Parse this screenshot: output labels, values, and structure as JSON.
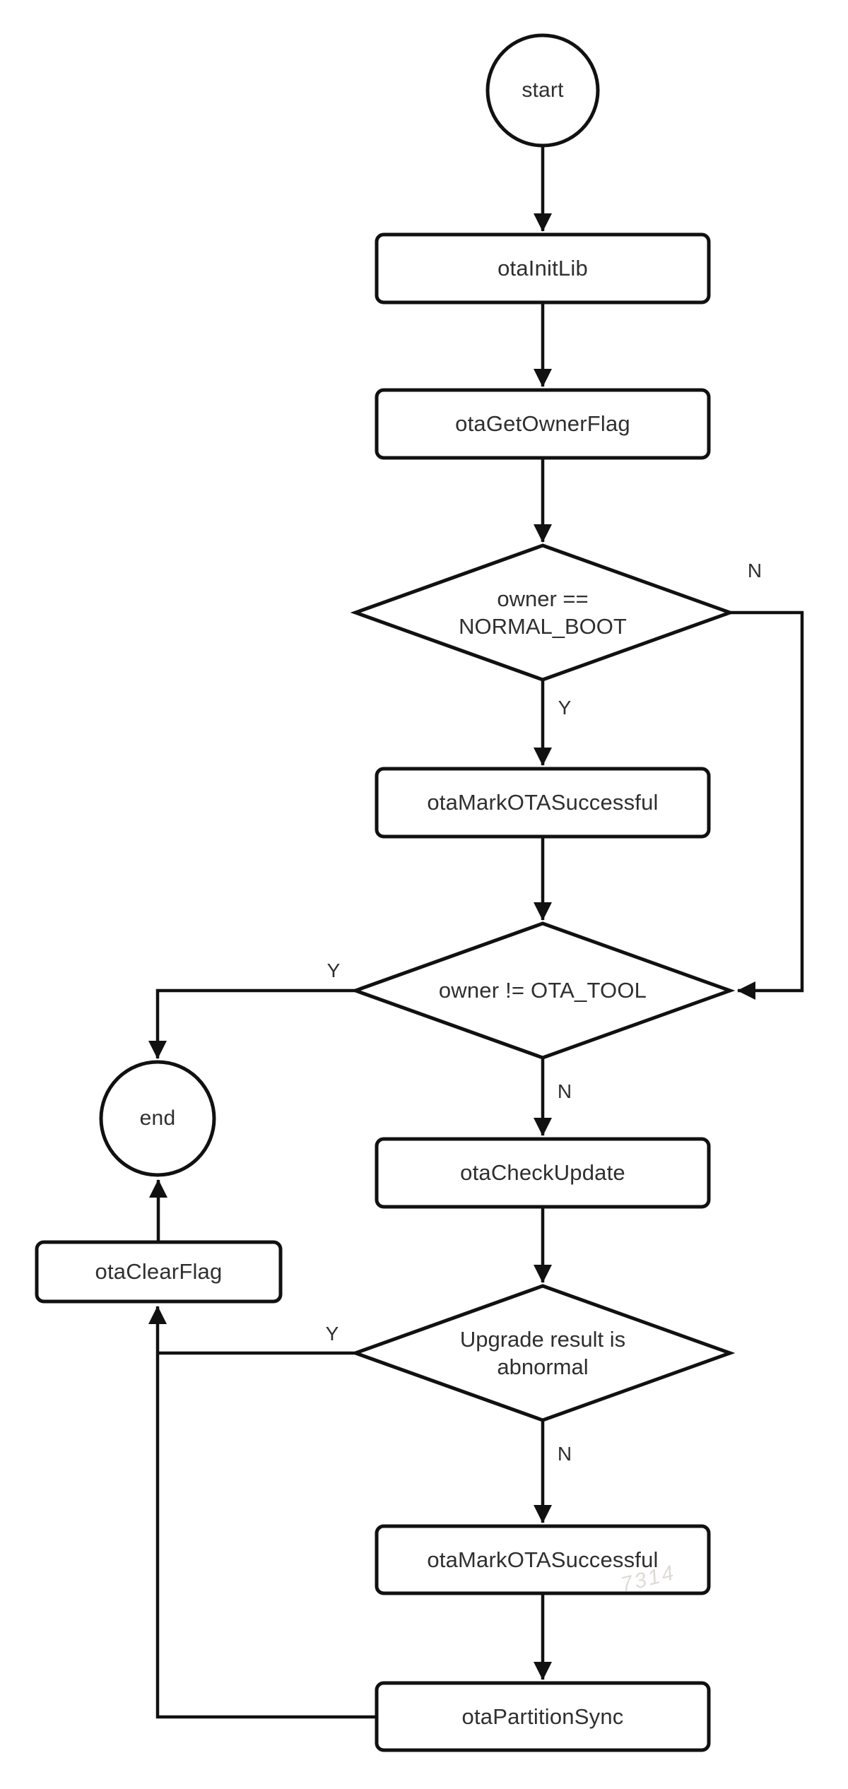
{
  "colors": {
    "line": "#111111",
    "text": "#2f2f2f",
    "background": "#ffffff",
    "watermark": "#c4beb4"
  },
  "nodes": {
    "start": {
      "label": "start"
    },
    "init": {
      "label": "otaInitLib"
    },
    "get_owner": {
      "label": "otaGetOwnerFlag"
    },
    "d1": {
      "line1": "owner ==",
      "line2": "NORMAL_BOOT"
    },
    "mark1": {
      "label": "otaMarkOTASuccessful"
    },
    "d2": {
      "label": "owner != OTA_TOOL"
    },
    "end": {
      "label": "end"
    },
    "check": {
      "label": "otaCheckUpdate"
    },
    "clear": {
      "label": "otaClearFlag"
    },
    "d3": {
      "line1": "Upgrade result is",
      "line2": "abnormal"
    },
    "mark2": {
      "label": "otaMarkOTASuccessful"
    },
    "sync": {
      "label": "otaPartitionSync"
    }
  },
  "branches": {
    "d1_yes": "Y",
    "d1_no": "N",
    "d2_yes": "Y",
    "d2_no": "N",
    "d3_yes": "Y",
    "d3_no": "N"
  },
  "watermark": "7314"
}
